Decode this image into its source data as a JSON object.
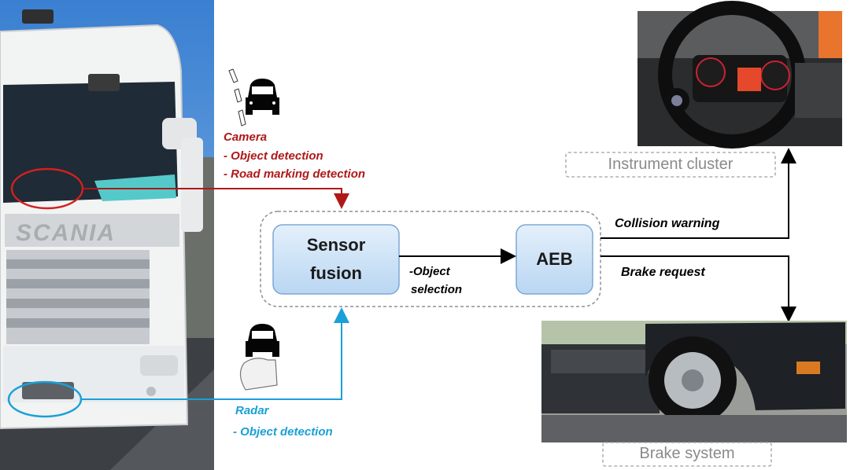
{
  "camera": {
    "title": "Camera",
    "line1": "- Object detection",
    "line2": "- Road marking detection"
  },
  "radar": {
    "title": "Radar",
    "line1": "- Object detection"
  },
  "sensor_fusion": {
    "line1": "Sensor",
    "line2": "fusion"
  },
  "aeb": {
    "label": "AEB"
  },
  "object_selection": {
    "line1": "-Object",
    "line2": "selection"
  },
  "outputs": {
    "collision_warning": "Collision  warning",
    "brake_request": "Brake request"
  },
  "captions": {
    "instrument_cluster": "Instrument cluster",
    "brake_system": "Brake system"
  },
  "truck_brand": "SCANIA",
  "colors": {
    "camera": "#b01818",
    "radar": "#1aa0d8",
    "box_fill": "#cfe3f7",
    "box_border": "#7da8d6"
  }
}
